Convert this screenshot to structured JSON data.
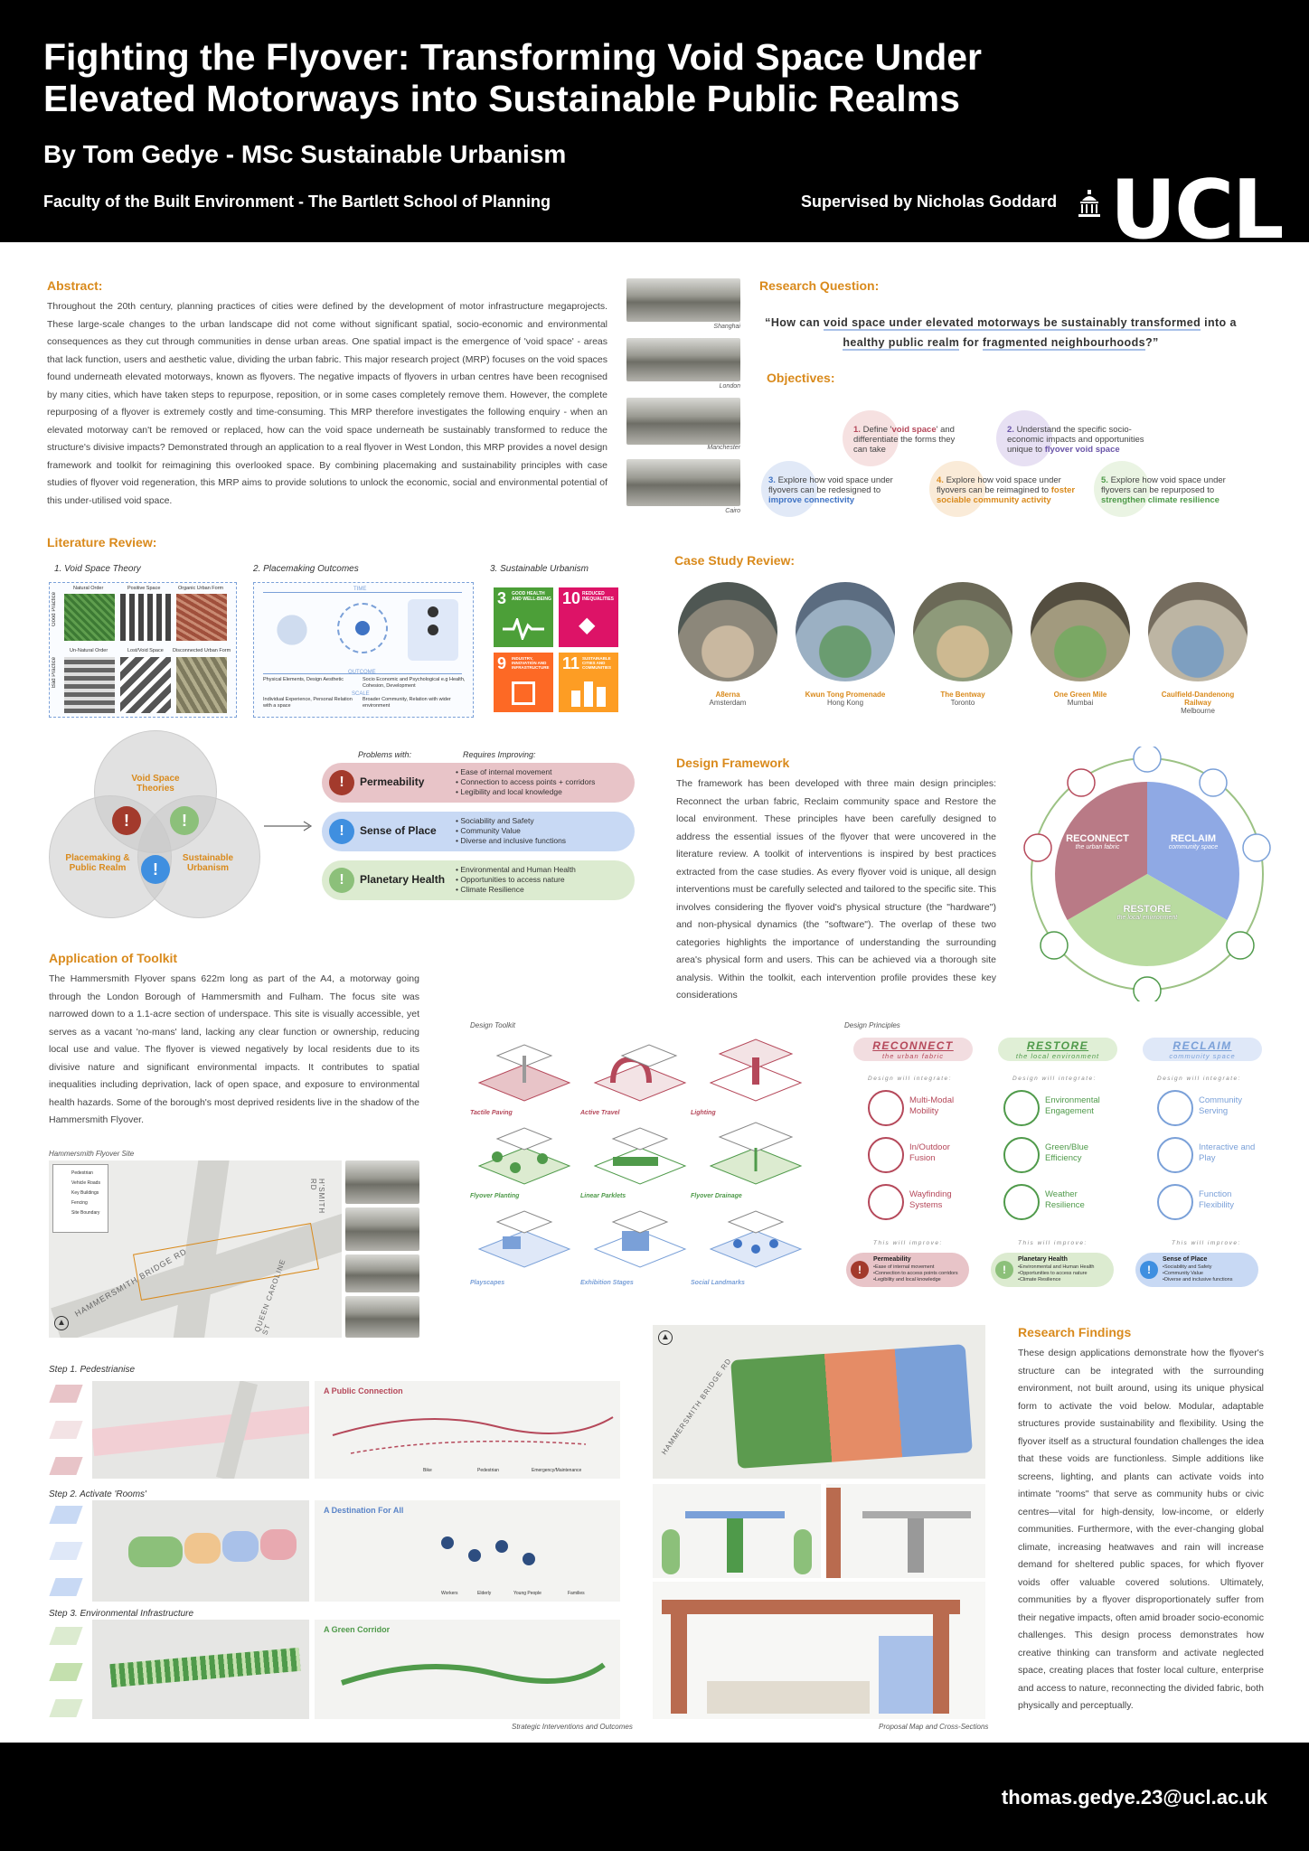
{
  "header": {
    "title_line1": "Fighting the Flyover: Transforming Void Space Under",
    "title_line2": "Elevated Motorways into Sustainable Public Realms",
    "byline": "By Tom Gedye -  MSc Sustainable Urbanism",
    "faculty": "Faculty of the Built Environment - The Bartlett School of Planning",
    "supervisor": "Supervised by Nicholas Goddard",
    "logo_text": "UCL"
  },
  "abstract": {
    "heading": "Abstract:",
    "text": "Throughout the 20th century, planning practices of cities were defined by the development of motor infrastructure megaprojects. These large-scale changes to the urban landscape did not come without significant spatial, socio-economic and environmental consequences as they cut through communities in dense urban areas. One spatial impact is the emergence of 'void space' - areas that lack function, users and aesthetic value, dividing the urban fabric. This major research project (MRP) focuses on the void spaces found underneath elevated motorways, known as flyovers. The negative impacts of flyovers in urban centres have been recognised by many cities, which have taken steps to repurpose, reposition, or in some cases completely remove them. However, the complete repurposing of a flyover is extremely costly and time-consuming. This MRP therefore investigates the following enquiry - when an elevated motorway can't be removed or replaced, how can the void space underneath be sustainably transformed to reduce the structure's divisive impacts? Demonstrated through an application to a real flyover in West London, this MRP provides a novel design framework and toolkit for reimagining this overlooked space. By combining placemaking and sustainability principles with case studies of flyover void regeneration, this MRP aims to provide solutions to unlock the economic, social and environmental potential of this under-utilised void space."
  },
  "photos": [
    "Shanghai",
    "London",
    "Manchester",
    "Cairo"
  ],
  "research_question": {
    "heading": "Research Question:",
    "q_open": "“How can ",
    "q_u1": "void space under elevated motorways be sustainably transformed",
    "q_mid": " into a ",
    "q_u2": "healthy public realm",
    "q_for": " for ",
    "q_u3": "fragmented neighbourhoods",
    "q_close": "?”"
  },
  "objectives": {
    "heading": "Objectives:",
    "items": [
      {
        "num": "1.",
        "text_a": "Define '",
        "hl": "void space",
        "text_b": "' and differentiate the forms they can take"
      },
      {
        "num": "2.",
        "text_a": "Understand the specific socio-economic impacts and opportunities unique to ",
        "hl": "flyover void space",
        "text_b": ""
      },
      {
        "num": "3.",
        "text_a": "Explore how void space under flyovers can be redesigned to ",
        "hl": "improve connectivity",
        "text_b": ""
      },
      {
        "num": "4.",
        "text_a": "Explore how void space under flyovers can be reimagined to ",
        "hl": "foster sociable community activity",
        "text_b": ""
      },
      {
        "num": "5.",
        "text_a": "Explore how void space under flyovers can be repurposed to ",
        "hl": "strengthen climate resilience",
        "text_b": ""
      }
    ]
  },
  "literature": {
    "heading": "Literature Review:",
    "sub1": "1. Void Space Theory",
    "sub2": "2. Placemaking Outcomes",
    "sub3": "3. Sustainable Urbanism",
    "void_tiles": [
      "Natural Order",
      "Positive Space",
      "Organic Urban Form",
      "Un-Natural Order",
      "Lost/Void Space",
      "Disconnected Urban Form"
    ],
    "void_side": [
      "Good Practice",
      "Bad Practice"
    ],
    "place_labels": [
      "TIME",
      "OUTCOME",
      "SCALE"
    ],
    "place_list_left": [
      "Physical Elements, Design Aesthetic",
      "Individual Experience, Personal Relation with a space"
    ],
    "place_list_right": [
      "Socio Economic and Psychological e.g Health, Cohesion, Development",
      "Broader Community, Relation with wider environment"
    ],
    "sdgs": [
      {
        "num": "3",
        "label": "GOOD HEALTH AND WELL-BEING",
        "color": "#4c9f38"
      },
      {
        "num": "10",
        "label": "REDUCED INEQUALITIES",
        "color": "#dd1367"
      },
      {
        "num": "9",
        "label": "INDUSTRY, INNOVATION AND INFRASTRUCTURE",
        "color": "#fd6925"
      },
      {
        "num": "11",
        "label": "SUSTAINABLE CITIES AND COMMUNITIES",
        "color": "#fd9d24"
      }
    ],
    "venn": [
      "Void Space Theories",
      "Placemaking & Public Realm",
      "Sustainable Urbanism"
    ],
    "problems_with": "Problems with:",
    "requires": "Requires Improving:",
    "pillars": [
      {
        "name": "Permeability",
        "items": [
          "Ease of internal movement",
          "Connection to access points + corridors",
          "Legibility and local knowledge"
        ]
      },
      {
        "name": "Sense of Place",
        "items": [
          "Sociability and Safety",
          "Community Value",
          "Diverse and inclusive functions"
        ]
      },
      {
        "name": "Planetary Health",
        "items": [
          "Environmental and Human Health",
          "Opportunities to access nature",
          "Climate Resilience"
        ]
      }
    ]
  },
  "case_study": {
    "heading": "Case Study Review:",
    "items": [
      {
        "name": "A8erna",
        "place": "Amsterdam"
      },
      {
        "name": "Kwun Tong Promenade",
        "place": "Hong Kong"
      },
      {
        "name": "The Bentway",
        "place": "Toronto"
      },
      {
        "name": "One Green Mile",
        "place": "Mumbai"
      },
      {
        "name": "Caulfield-Dandenong Railway",
        "place": "Melbourne"
      }
    ]
  },
  "design_framework": {
    "heading": "Design Framework",
    "text": "The framework has been developed with three main design principles: Reconnect the urban fabric, Reclaim community space and Restore the local environment. These principles have been carefully designed to address the essential issues of the flyover that were uncovered in the literature review. A toolkit of interventions is inspired by best practices extracted from the case studies. As every flyover void is unique, all design interventions must be carefully selected and tailored to the specific site. This involves considering the flyover void's physical structure (the \"hardware\") and non-physical dynamics (the \"software\"). The overlap of these two categories highlights the importance of understanding the surrounding area's physical form and users. This can be achieved via a thorough site analysis. Within the toolkit, each intervention profile provides these key considerations",
    "wheel": [
      {
        "a": "RECONNECT",
        "b": "the urban fabric"
      },
      {
        "a": "RECLAIM",
        "b": "community space"
      },
      {
        "a": "RESTORE",
        "b": "the local environment"
      }
    ]
  },
  "application": {
    "heading": "Application of Toolkit",
    "text": "The Hammersmith Flyover spans 622m long as part of the A4, a motorway going through the London Borough of Hammersmith and Fulham. The focus site was narrowed down to a 1.1-acre section of underspace. This site is visually accessible, yet serves as a vacant 'no-mans' land, lacking any clear function or ownership, reducing local use and value.  The flyover is viewed negatively by local residents due to its divisive nature and significant environmental impacts. It contributes to spatial inequalities including deprivation, lack of open space, and exposure to environmental health hazards. Some of the borough's most deprived residents live in the shadow of the Hammersmith Flyover.",
    "site_caption": "Hammersmith Flyover Site",
    "legend": [
      "Pedestrian",
      "Vehicle Roads",
      "Key Buildings",
      "Fencing",
      "Site Boundary"
    ],
    "road_labels": [
      "HAMMERSMITH BRIDGE RD",
      "H'SMITH RD",
      "QUEEN CAROLINE ST"
    ]
  },
  "toolkit": {
    "caption": "Design Toolkit",
    "items": [
      {
        "label": "Tactile Paving",
        "color": "#b5485a"
      },
      {
        "label": "Active Travel",
        "color": "#b5485a"
      },
      {
        "label": "Lighting",
        "color": "#b5485a"
      },
      {
        "label": "Flyover Planting",
        "color": "#4f9a4a"
      },
      {
        "label": "Linear Parklets",
        "color": "#4f9a4a"
      },
      {
        "label": "Flyover Drainage",
        "color": "#4f9a4a"
      },
      {
        "label": "Playscapes",
        "color": "#7aa0d8"
      },
      {
        "label": "Exhibition Stages",
        "color": "#7aa0d8"
      },
      {
        "label": "Social Landmarks",
        "color": "#7aa0d8"
      }
    ]
  },
  "principles": {
    "caption": "Design Principles",
    "integrate": "Design will integrate:",
    "improve": "This will improve:",
    "cols": [
      {
        "a": "RECONNECT",
        "b": "the urban fabric",
        "color": "#b5485a",
        "bg": "#f2dde0",
        "items": [
          "Multi-Modal Mobility",
          "In/Outdoor Fusion",
          "Wayfinding Systems"
        ],
        "imp_name": "Permeability",
        "imp_items": [
          "Ease of internal movement",
          "Connection to access points corridors",
          "Legibility and local knowledge"
        ]
      },
      {
        "a": "RESTORE",
        "b": "the local environment",
        "color": "#4f9a4a",
        "bg": "#e0efd6",
        "items": [
          "Environmental Engagement",
          "Green/Blue Efficiency",
          "Weather Resilience"
        ],
        "imp_name": "Planetary Health",
        "imp_items": [
          "Environmental and Human Health",
          "Opportunities to access nature",
          "Climate Resilience"
        ]
      },
      {
        "a": "RECLAIM",
        "b": "community space",
        "color": "#7aa0d8",
        "bg": "#dfe8f8",
        "items": [
          "Community Serving",
          "Interactive and Play",
          "Function Flexibility"
        ],
        "imp_name": "Sense of Place",
        "imp_items": [
          "Sociability and Safety",
          "Community Value",
          "Diverse and inclusive functions"
        ]
      }
    ]
  },
  "steps": {
    "items": [
      {
        "label": "Step 1. Pedestrianise",
        "tag": "A Public Connection",
        "tag_color": "#b5485a"
      },
      {
        "label": "Step 2. Activate 'Rooms'",
        "tag": "A Destination For All",
        "tag_color": "#5a84c8"
      },
      {
        "label": "Step 3. Environmental Infrastructure",
        "tag": "A Green Corridor",
        "tag_color": "#4f9a4a"
      }
    ],
    "legend1": [
      "Bike",
      "Pedestrian",
      "Emergency/Maintenance"
    ],
    "legend2": [
      "Workers",
      "Elderly",
      "Young People",
      "Families"
    ],
    "caption": "Strategic Interventions and Outcomes"
  },
  "proposal": {
    "caption": "Proposal Map and Cross-Sections",
    "road_label": "HAMMERSMITH BRIDGE RD"
  },
  "findings": {
    "heading": "Research Findings",
    "text": "These design applications demonstrate how the flyover's structure can be integrated with the surrounding environment, not built around, using its unique physical form to activate the void below. Modular, adaptable structures provide sustainability and flexibility. Using the flyover itself as a structural foundation challenges the idea that these voids are functionless. Simple additions like screens, lighting, and plants can activate voids into intimate \"rooms\" that serve as community hubs or civic centres—vital for high-density, low-income, or elderly communities. Furthermore, with the ever-changing global climate, increasing heatwaves and rain will increase demand for sheltered public spaces, for which flyover voids offer valuable covered solutions. Ultimately, communities by a flyover disproportionately suffer from their negative impacts, often amid broader socio-economic challenges. This design process demonstrates how creative thinking can transform and activate neglected space, creating places that foster local culture, enterprise and access to nature, reconnecting the divided fabric, both physically and perceptually."
  },
  "footer": {
    "email": "thomas.gedye.23@ucl.ac.uk"
  },
  "colors": {
    "accent": "#d98a1c",
    "reconnect": "#b5485a",
    "restore": "#4f9a4a",
    "reclaim": "#7aa0d8"
  }
}
